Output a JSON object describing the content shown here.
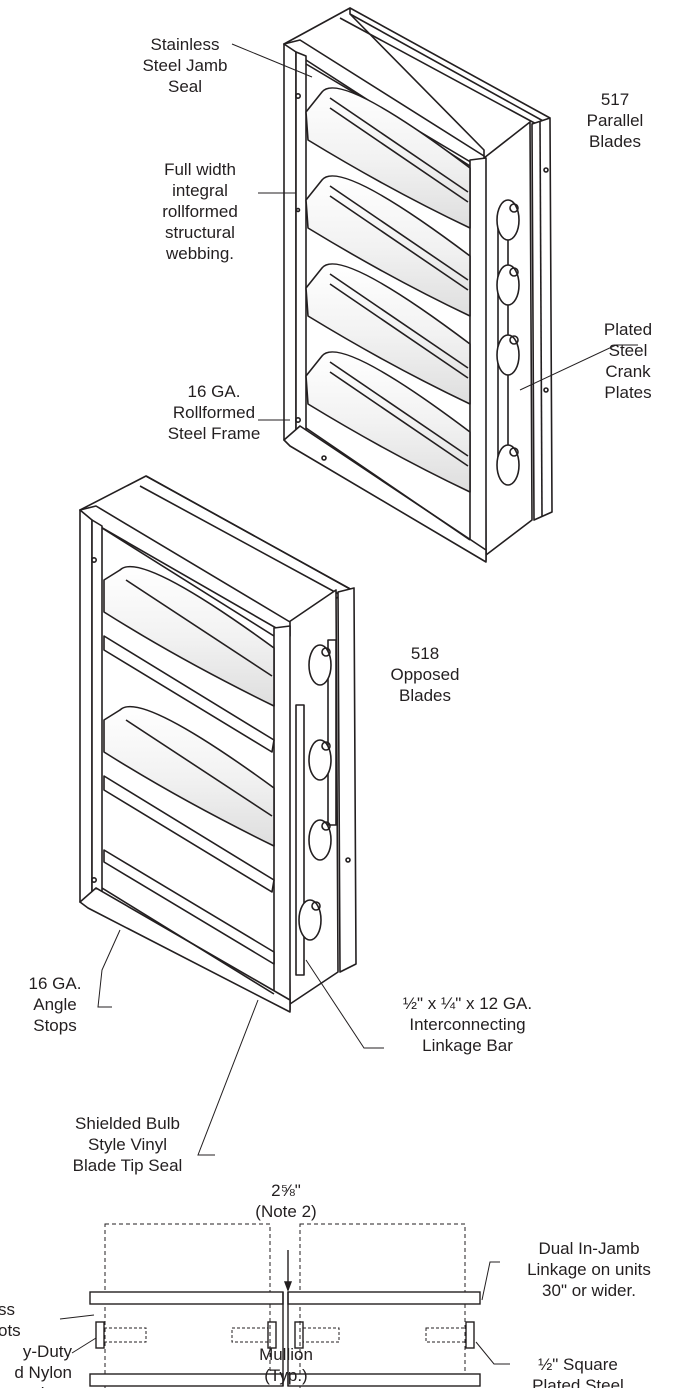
{
  "labels": {
    "stainless_jamb_seal": "Stainless\nSteel Jamb\nSeal",
    "parallel_517": "517\nParallel\nBlades",
    "full_width_webbing": "Full width\nintegral\nrollformed\nstructural\nwebbing.",
    "plated_crank_plates": "Plated\nSteel\nCrank\nPlates",
    "frame_16ga": "16 GA.\nRollformed\nSteel Frame",
    "opposed_518": "518\nOpposed\nBlades",
    "angle_stops": "16 GA.\nAngle\nStops",
    "linkage_bar": "½\" x ¼\" x 12 GA.\nInterconnecting\nLinkage Bar",
    "blade_tip_seal": "Shielded Bulb\nStyle Vinyl\nBlade Tip Seal",
    "dimension_note": "2⅝\"\n(Note 2)",
    "dual_linkage": "Dual In-Jamb\nLinkage on units\n30\" or wider.",
    "stainless_pivots": "ss\nots",
    "nylon_bearings": "y-Duty\nd Nylon\nrings",
    "square_axles": "½\" Square\nPlated Steel\nAxles",
    "mullion": "Mullion\n(Typ.)"
  }
}
